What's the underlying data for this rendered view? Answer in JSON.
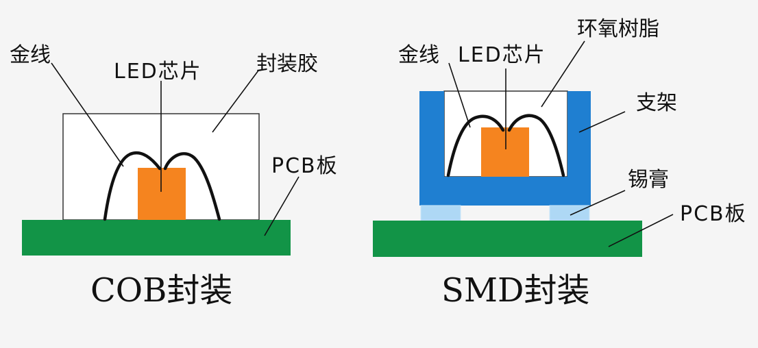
{
  "colors": {
    "background": "#f5f5f5",
    "pcb": "#129447",
    "chip": "#f5841f",
    "bracket": "#1f7fd1",
    "solder": "#aed8f5",
    "wire": "#111111"
  },
  "cob": {
    "label_gold_wire": "金线",
    "label_led_chip": "LED芯片",
    "label_encapsulant": "封装胶",
    "label_pcb": "PCB板",
    "caption": "COB封装"
  },
  "smd": {
    "label_gold_wire": "金线",
    "label_led_chip": "LED芯片",
    "label_epoxy": "环氧树脂",
    "label_bracket": "支架",
    "label_solder_paste": "锡膏",
    "label_pcb": "PCB板",
    "caption": "SMD封装"
  }
}
